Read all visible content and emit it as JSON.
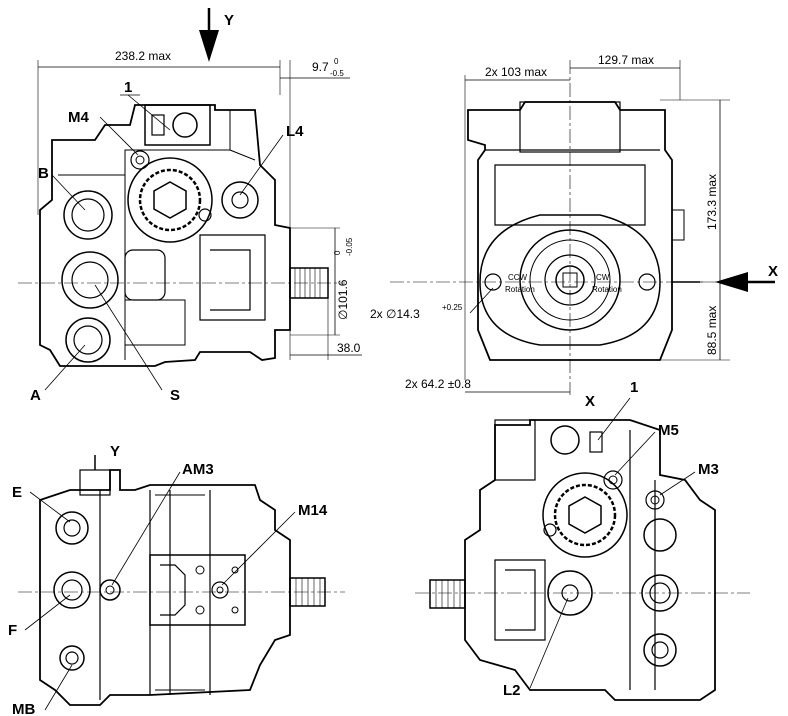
{
  "labels": {
    "y_top": "Y",
    "y_bottom": "Y",
    "x_right": "X",
    "x_bottom": "X",
    "port_1_top": "1",
    "port_1_bottom": "1",
    "m4": "M4",
    "l4": "L4",
    "b": "B",
    "a": "A",
    "s": "S",
    "e": "E",
    "f": "F",
    "mb": "MB",
    "am3": "AM3",
    "m14": "M14",
    "m5": "M5",
    "m3": "M3",
    "l2": "L2",
    "ccw_1": "CCW",
    "ccw_2": "Rotation",
    "cw_1": "CW",
    "cw_2": "Rotation"
  },
  "dimensions": {
    "width_max": "238.2 max",
    "offset_97": "9.7",
    "offset_97_upper": "0",
    "offset_97_lower": "-0.5",
    "dia_1016": "∅101.6",
    "dia_1016_upper": "0",
    "dia_1016_lower": "-0.05",
    "shaft_38": "38.0",
    "two_x_103": "2x 103 max",
    "dim_1297": "129.7 max",
    "height_1733": "173.3 max",
    "height_885": "88.5 max",
    "hole_143": "2x ∅14.3",
    "hole_143_tol": "+0.25",
    "two_x_642": "2x 64.2 ±0.8"
  }
}
